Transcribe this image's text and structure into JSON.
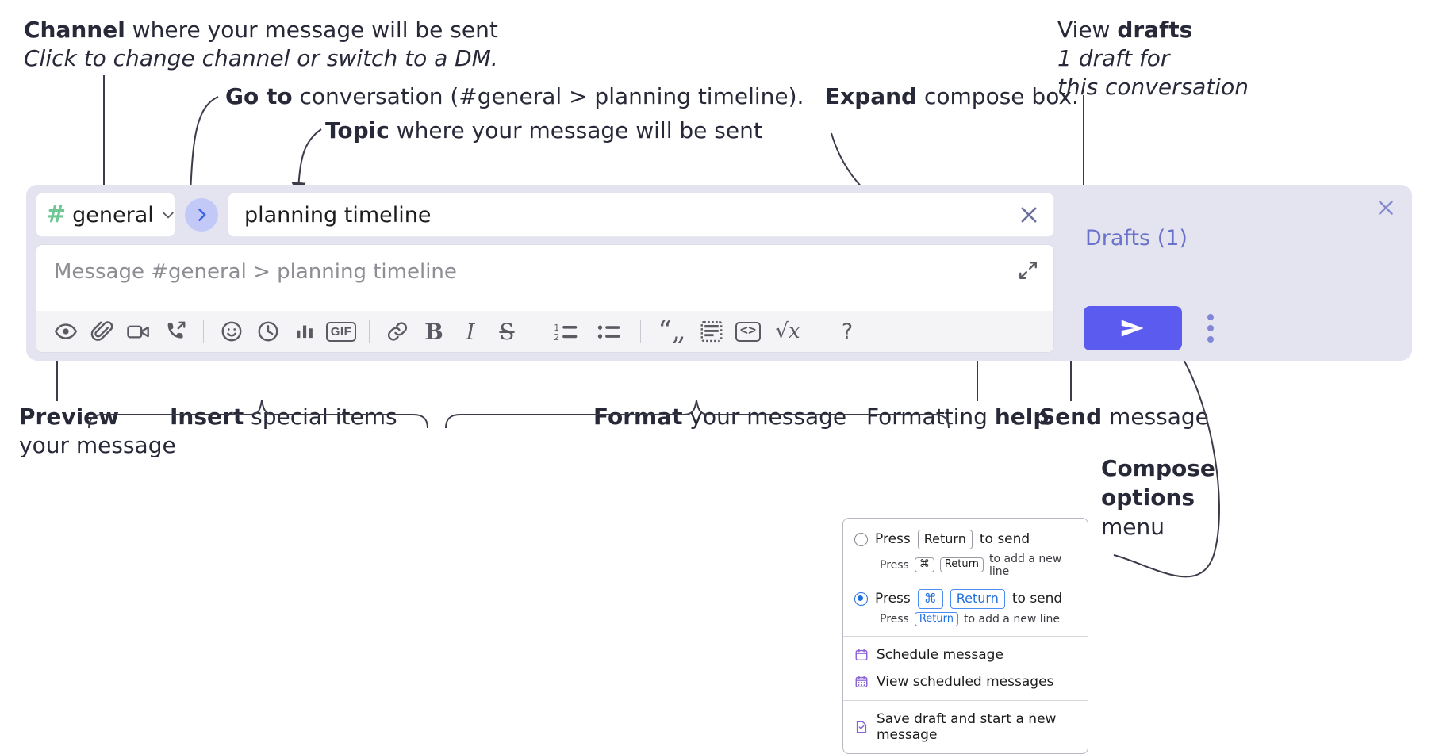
{
  "annotations": {
    "channel": {
      "bold": "Channel",
      "rest": " where your message will be sent",
      "italic": "Click to change channel or switch to a DM."
    },
    "goto": {
      "bold": "Go to",
      "rest": " conversation (#general > planning timeline)."
    },
    "topic": {
      "bold": "Topic",
      "rest": " where your message will be sent"
    },
    "expand": {
      "bold": "Expand",
      "rest": " compose box."
    },
    "drafts": {
      "pre": "View ",
      "bold": "drafts",
      "italic1": "1 draft for",
      "italic2": "this conversation"
    },
    "preview": {
      "bold": "Preview",
      "rest": "your message"
    },
    "insert": {
      "bold": "Insert",
      "rest": " special items"
    },
    "format": {
      "bold": "Format",
      "rest": " your message"
    },
    "help": {
      "pre": "Formatting ",
      "bold": "help"
    },
    "send": {
      "bold": "Send",
      "rest": " message"
    },
    "compose_options": {
      "bold1": "Compose",
      "bold2": "options",
      "rest": "menu"
    }
  },
  "compose": {
    "channel": {
      "hash": "#",
      "name": "general",
      "chevron_icon": "chevron-down-icon"
    },
    "goto_icon": "chevron-right-icon",
    "topic": {
      "value": "planning timeline",
      "clear_icon": "close-icon"
    },
    "message": {
      "placeholder": "Message #general > planning timeline",
      "value": "",
      "expand_icon": "expand-icon"
    },
    "panel_close_icon": "close-icon",
    "drafts_label": "Drafts (1)",
    "send_icon": "send-icon",
    "kebab_icon": "more-vertical-icon",
    "toolbar": [
      {
        "name": "preview-button",
        "icon": "eye-icon"
      },
      {
        "name": "attach-button",
        "icon": "paperclip-icon"
      },
      {
        "name": "video-clip-button",
        "icon": "video-camera-icon"
      },
      {
        "name": "audio-clip-button",
        "icon": "phone-arrow-icon"
      },
      {
        "name": "separator-1",
        "icon": "separator"
      },
      {
        "name": "emoji-button",
        "icon": "smiley-icon"
      },
      {
        "name": "schedule-button",
        "icon": "clock-icon"
      },
      {
        "name": "poll-button",
        "icon": "bar-chart-icon"
      },
      {
        "name": "gif-button",
        "icon": "gif-icon",
        "label": "GIF"
      },
      {
        "name": "separator-2",
        "icon": "separator"
      },
      {
        "name": "link-button",
        "icon": "link-icon"
      },
      {
        "name": "bold-button",
        "icon": "bold-icon",
        "label": "B"
      },
      {
        "name": "italic-button",
        "icon": "italic-icon",
        "label": "I"
      },
      {
        "name": "strikethrough-button",
        "icon": "strikethrough-icon",
        "label": "S"
      },
      {
        "name": "separator-3",
        "icon": "separator"
      },
      {
        "name": "ordered-list-button",
        "icon": "ordered-list-icon"
      },
      {
        "name": "bulleted-list-button",
        "icon": "bulleted-list-icon"
      },
      {
        "name": "separator-4",
        "icon": "separator"
      },
      {
        "name": "blockquote-button",
        "icon": "quote-icon"
      },
      {
        "name": "code-block-button",
        "icon": "code-block-icon"
      },
      {
        "name": "inline-code-button",
        "icon": "code-brackets-icon",
        "label": "<>"
      },
      {
        "name": "math-button",
        "icon": "square-root-icon",
        "label": "√x"
      },
      {
        "name": "separator-5",
        "icon": "separator"
      },
      {
        "name": "formatting-help-button",
        "icon": "question-mark-icon",
        "label": "?"
      }
    ]
  },
  "menu": {
    "options": [
      {
        "selected": false,
        "main": {
          "pre": "Press ",
          "key": "Return",
          "post": " to send"
        },
        "sub": {
          "pre": "Press ",
          "key1": "⌘",
          "key2": "Return",
          "post": " to add a new line"
        }
      },
      {
        "selected": true,
        "main": {
          "pre": "Press ",
          "key1": "⌘",
          "key2": "Return",
          "post": " to send"
        },
        "sub": {
          "pre": "Press ",
          "key": "Return",
          "post": " to add a new line"
        }
      }
    ],
    "items": [
      {
        "label": "Schedule message",
        "icon": "calendar-icon"
      },
      {
        "label": "View scheduled messages",
        "icon": "calendar-grid-icon"
      },
      {
        "label": "Save draft and start a new message",
        "icon": "document-check-icon"
      }
    ]
  },
  "colors": {
    "panel_bg": "#e3e4f0",
    "accent_blue": "#5b5bef",
    "drafts_purple": "#6b72c9",
    "hash_green": "#6ec795",
    "radio_blue": "#1f6fe0",
    "text_dark": "#272838"
  }
}
